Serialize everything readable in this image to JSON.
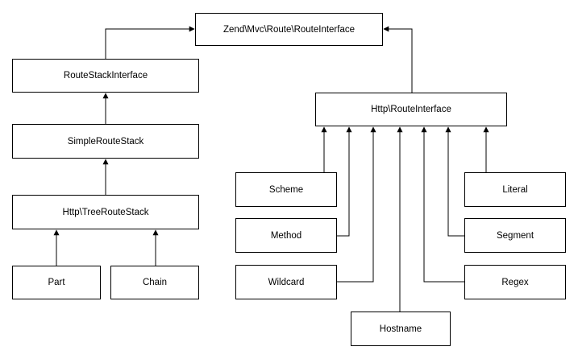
{
  "nodes": {
    "route_interface": "Zend\\Mvc\\Route\\RouteInterface",
    "route_stack_interface": "RouteStackInterface",
    "simple_route_stack": "SimpleRouteStack",
    "tree_route_stack": "Http\\TreeRouteStack",
    "part": "Part",
    "chain": "Chain",
    "http_route_interface": "Http\\RouteInterface",
    "scheme": "Scheme",
    "method": "Method",
    "wildcard": "Wildcard",
    "hostname": "Hostname",
    "literal": "Literal",
    "segment": "Segment",
    "regex": "Regex"
  },
  "edges": [
    {
      "from": "route_stack_interface",
      "to": "route_interface"
    },
    {
      "from": "http_route_interface",
      "to": "route_interface"
    },
    {
      "from": "simple_route_stack",
      "to": "route_stack_interface"
    },
    {
      "from": "tree_route_stack",
      "to": "simple_route_stack"
    },
    {
      "from": "part",
      "to": "tree_route_stack"
    },
    {
      "from": "chain",
      "to": "tree_route_stack"
    },
    {
      "from": "scheme",
      "to": "http_route_interface"
    },
    {
      "from": "method",
      "to": "http_route_interface"
    },
    {
      "from": "wildcard",
      "to": "http_route_interface"
    },
    {
      "from": "hostname",
      "to": "http_route_interface"
    },
    {
      "from": "regex",
      "to": "http_route_interface"
    },
    {
      "from": "segment",
      "to": "http_route_interface"
    },
    {
      "from": "literal",
      "to": "http_route_interface"
    }
  ],
  "colors": {
    "line": "#000000",
    "box_border": "#000000",
    "background": "#ffffff"
  }
}
